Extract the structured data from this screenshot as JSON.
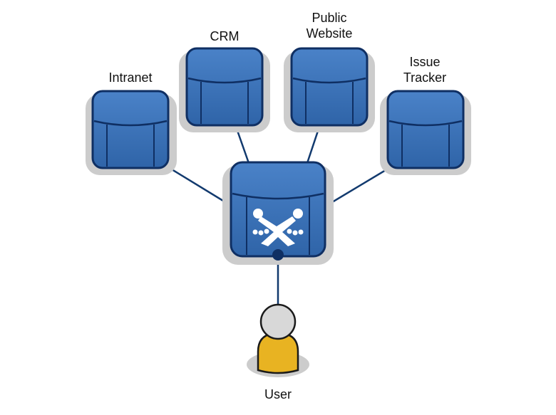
{
  "nodes": {
    "intranet": {
      "label": "Intranet"
    },
    "crm": {
      "label": "CRM"
    },
    "public_website": {
      "label_line1": "Public",
      "label_line2": "Website"
    },
    "issue_tracker": {
      "label_line1": "Issue",
      "label_line2": "Tracker"
    },
    "hub": {
      "logo_icon": "crossroads-x-logo-icon"
    },
    "user": {
      "label": "User",
      "icon": "person-icon"
    }
  },
  "colors": {
    "box_fill": "#3b72b9",
    "box_top": "#4a80c5",
    "box_stroke": "#0f2f63",
    "shadow": "#c9c9c9",
    "line": "#123a6e",
    "user_body": "#e8b322",
    "user_head": "#d8d8d8"
  }
}
